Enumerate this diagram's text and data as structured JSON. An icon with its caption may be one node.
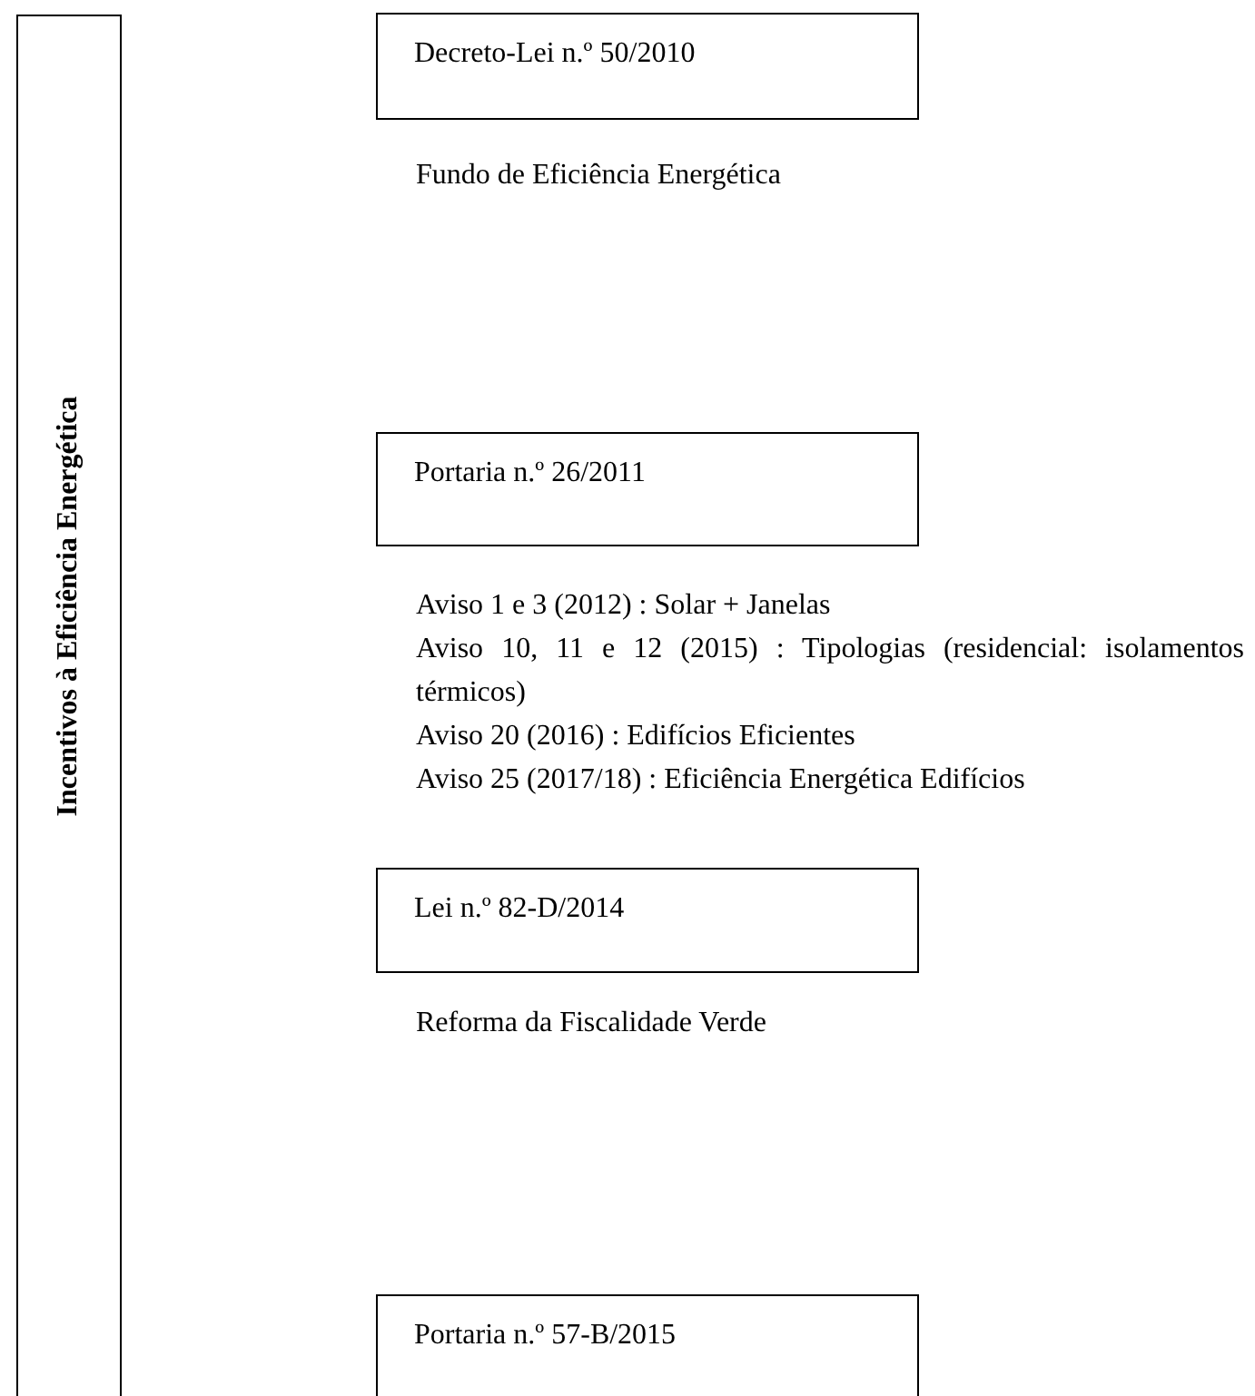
{
  "diagram": {
    "nodes": [
      {
        "text": [
          "Incentivos à Eficiência Energética"
        ]
      },
      {
        "text": [
          "Decreto-Lei n.º 50/2010"
        ],
        "beside": [
          "Fundo de Eficiência Energética"
        ]
      },
      {
        "text": [
          "Portaria n.º 26/2011"
        ],
        "beside": [
          "Aviso 1 e 3 (2012) : Solar + Janelas",
          "Aviso 10, 11 e 12 (2015) : Tipologias (residencial: isolamentos térmicos)",
          "Aviso 20 (2016) : Edifícios Eficientes",
          "Aviso 25 (2017/18) : Eficiência Energética Edifícios"
        ]
      },
      {
        "text": [
          "Lei n.º 82-D/2014"
        ],
        "beside": [
          "Reforma da Fiscalidade Verde"
        ]
      },
      {
        "text": [
          "Portaria n.º 57-B/2015"
        ]
      }
    ]
  }
}
